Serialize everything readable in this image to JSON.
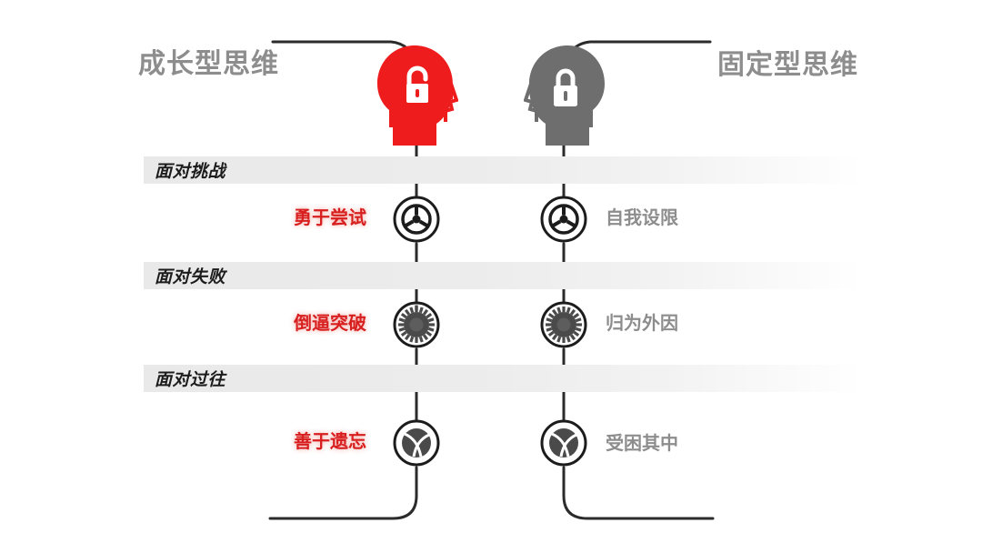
{
  "colors": {
    "growth_accent": "#ee1c1c",
    "fixed_accent": "#6e6e6e",
    "label_red": "#d81f1f",
    "label_gray": "#8d8d8d",
    "title_gray": "#8d8d8d",
    "band_gray": "#e9e9e9",
    "line_dark": "#2b2b2b"
  },
  "header": {
    "left_title": "成长型思维",
    "right_title": "固定型思维",
    "left_icon": "unlocked-head-icon",
    "right_icon": "locked-head-icon"
  },
  "rows": [
    {
      "band_label": "面对挑战",
      "icon": "steering-wheel-icon",
      "left_label": "勇于尝试",
      "right_label": "自我设限"
    },
    {
      "band_label": "面对失败",
      "icon": "gear-icon",
      "left_label": "倒逼突破",
      "right_label": "归为外因"
    },
    {
      "band_label": "面对过往",
      "icon": "ball-icon",
      "left_label": "善于遗忘",
      "right_label": "受困其中"
    }
  ]
}
